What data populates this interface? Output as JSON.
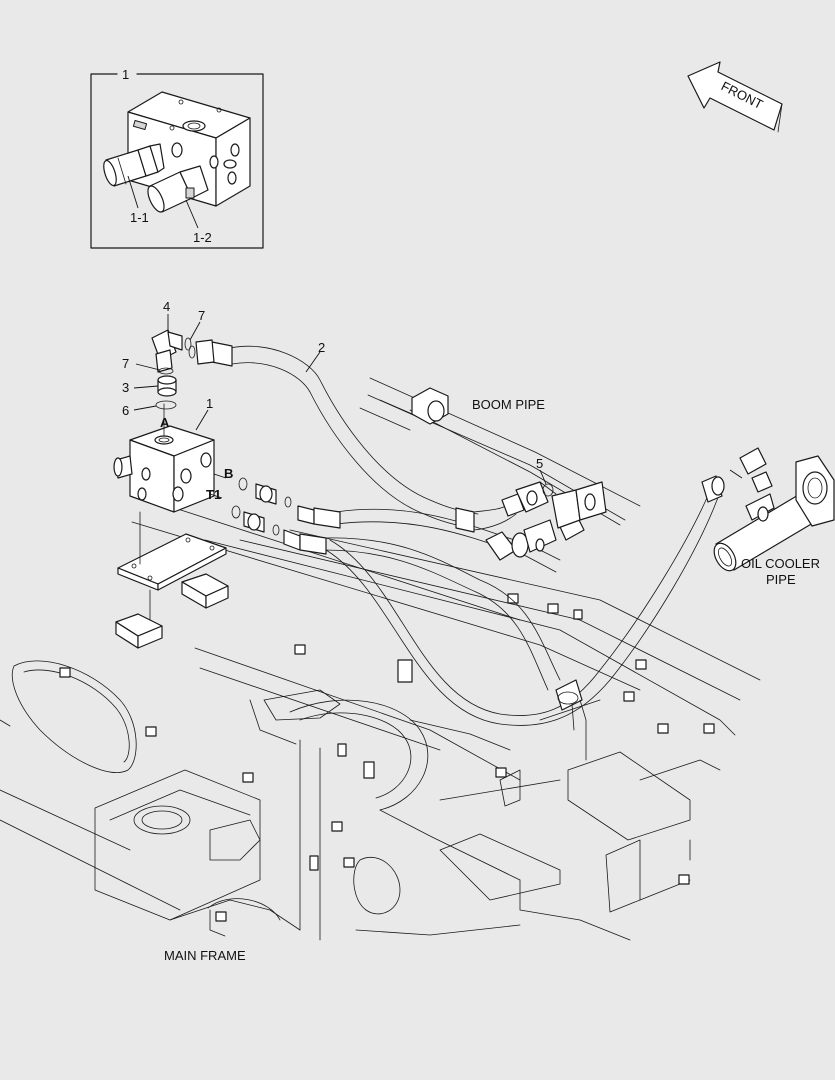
{
  "callouts": {
    "inset_1": "1",
    "inset_1_1": "1-1",
    "inset_1_2": "1-2",
    "c4": "4",
    "c7a": "7",
    "c7b": "7",
    "c3": "3",
    "c6": "6",
    "c1": "1",
    "c2": "2",
    "c5": "5"
  },
  "ports": {
    "a": "A",
    "b": "B",
    "t1": "T1"
  },
  "labels": {
    "front": "FRONT",
    "boom_pipe": "BOOM PIPE",
    "oil_cooler_line1": "OIL COOLER",
    "oil_cooler_line2": "PIPE",
    "main_frame": "MAIN FRAME"
  }
}
